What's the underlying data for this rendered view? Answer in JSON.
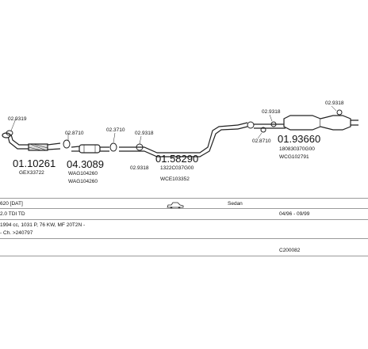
{
  "parts": [
    {
      "id": "clip1",
      "number": "02.9319"
    },
    {
      "id": "front-pipe",
      "number": "01.10261",
      "code": "GEX33722"
    },
    {
      "id": "clip2",
      "number": "02.8710"
    },
    {
      "id": "cat",
      "number": "04.3089",
      "codes": [
        "WAG104260",
        "WAG104260"
      ]
    },
    {
      "id": "clip3",
      "number": "02.3710"
    },
    {
      "id": "clip4",
      "number": "02.9318"
    },
    {
      "id": "clip5",
      "number": "02.9318"
    },
    {
      "id": "center-pipe",
      "number": "01.58290",
      "codes": [
        "1322C037G00",
        "WCE103352"
      ]
    },
    {
      "id": "clip6",
      "number": "02.9318"
    },
    {
      "id": "clip7",
      "number": "02.8710"
    },
    {
      "id": "clip8",
      "number": "02.9318"
    },
    {
      "id": "rear-muffler",
      "number": "01.93660",
      "codes": [
        "180830370G00",
        "WCG102791"
      ]
    }
  ],
  "vehicle": {
    "model": "620 [DAT]",
    "body": "Sedan",
    "engine": "2.0 TDI TD",
    "years": "04/96 - 09/99",
    "specs": "1994 cc, 1031 P, 76 KW, MF 20T2N -",
    "chassis": "- Ch. >240797",
    "reference": "C200082"
  }
}
